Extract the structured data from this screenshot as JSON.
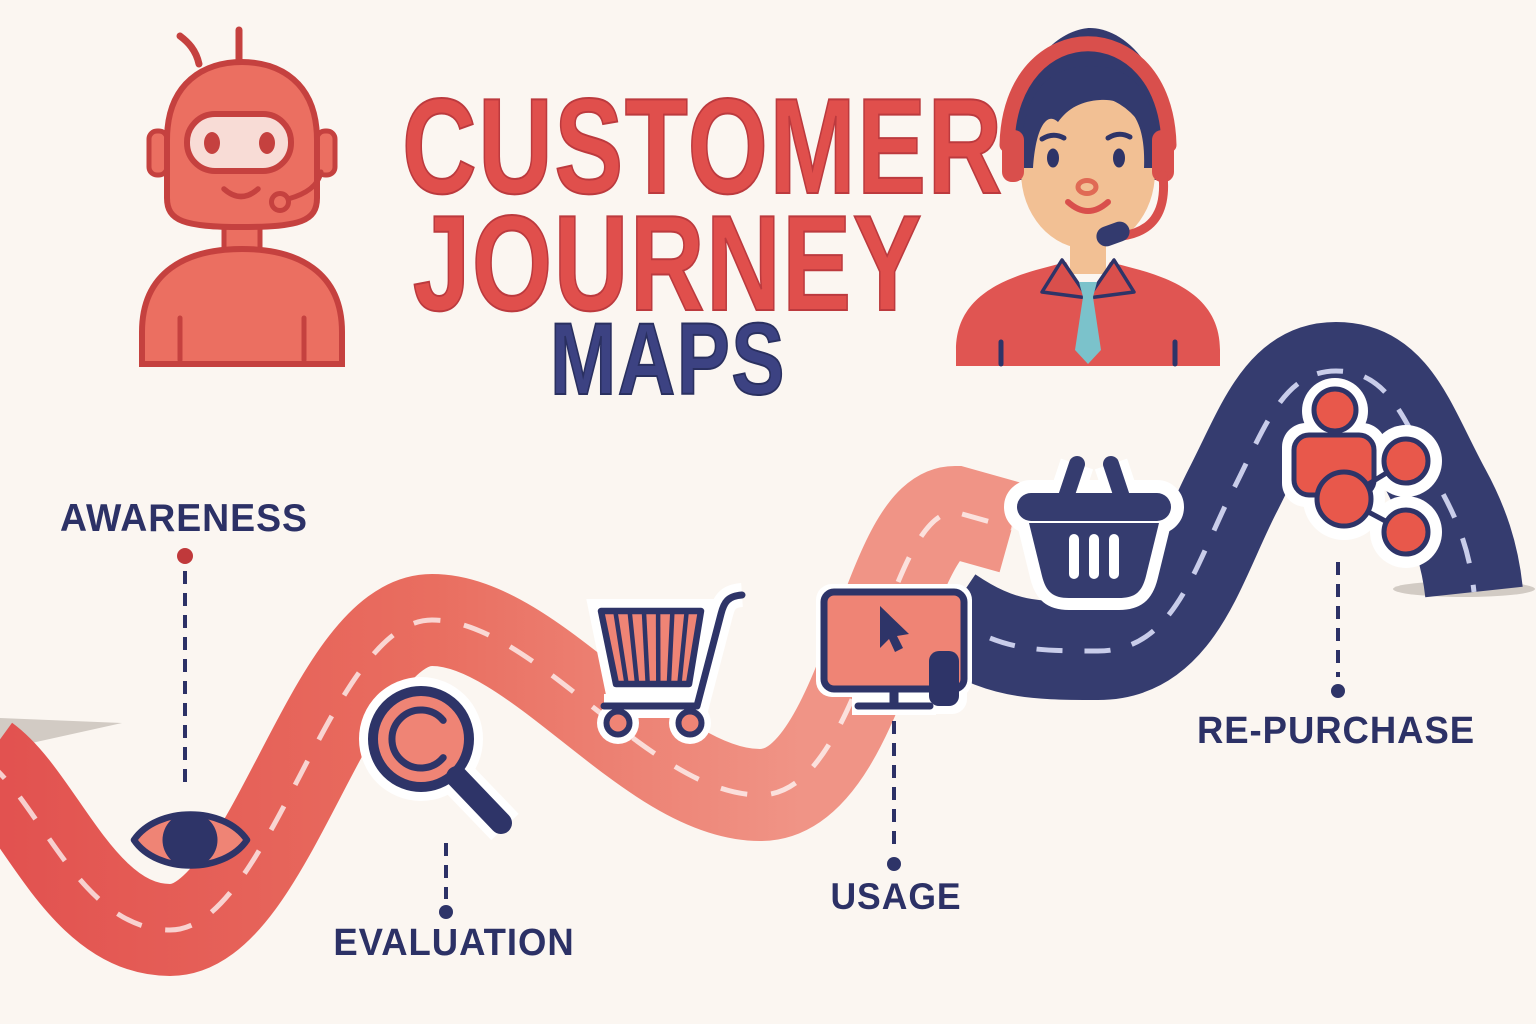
{
  "title": {
    "line1": "CUSTOMER",
    "line2": "JOURNEY",
    "line3": "MAPS"
  },
  "stages": [
    {
      "label": "AWARENESS",
      "icon": "eye-icon"
    },
    {
      "label": "EVALUATION",
      "icon": "magnifying-glass-icon"
    },
    {
      "label": "",
      "icon": "shopping-cart-icon"
    },
    {
      "label": "USAGE",
      "icon": "monitor-cursor-icon"
    },
    {
      "label": "",
      "icon": "shopping-basket-icon"
    },
    {
      "label": "RE-PURCHASE",
      "icon": "customer-share-icon"
    }
  ],
  "characters": {
    "top_left": "chatbot-robot-with-headset",
    "top_right": "support-agent-with-headset"
  },
  "road": {
    "style": "winding road with dashed center line",
    "left_color": "coral-red",
    "right_color": "navy"
  },
  "colors": {
    "background": "#fbf6f1",
    "title_red": "#e04f4c",
    "title_navy": "#3c4282",
    "label_navy": "#2c3166",
    "road_navy": "#353c6f",
    "road_dash_navy": "#c9cdea",
    "road_red_start": "#e14f4e",
    "road_red_mid": "#e96e60",
    "road_red_end": "#f09486",
    "icon_navy": "#2e3468",
    "icon_red": "#e8584b",
    "icon_salmon": "#ef8475",
    "robot_body": "#eb6f61",
    "robot_stroke": "#c5413f",
    "robot_visor": "#f8dcd6",
    "skin": "#f2c094",
    "hair_navy": "#333a6e",
    "headset_red": "#d94f4c",
    "shirt_red": "#e05552",
    "tie_teal": "#7bc2cb",
    "dot_red": "#c0393b",
    "shadow_gray": "#d2cbc4"
  }
}
